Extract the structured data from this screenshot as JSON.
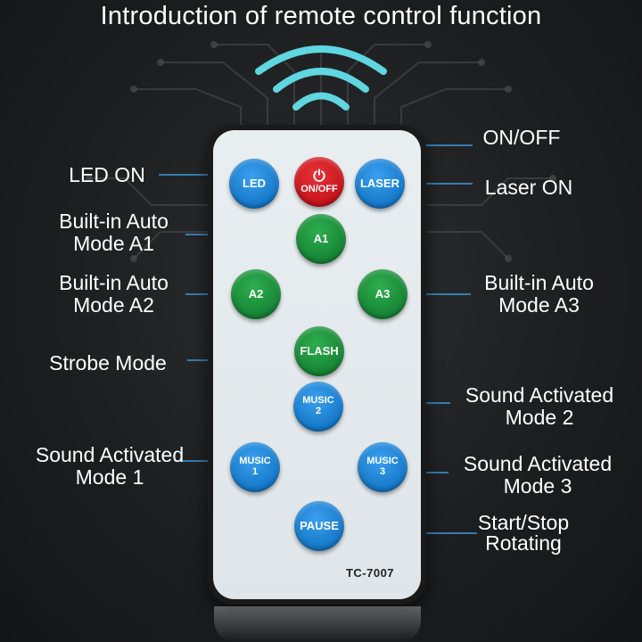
{
  "title": "Introduction of remote control function",
  "model": "TC-7007",
  "colors": {
    "button_blue": "#1578c8",
    "button_green": "#168435",
    "button_red": "#c5141b",
    "callout_line": "#3b9be0",
    "remote_face": "#e6ebee"
  },
  "buttons": {
    "led": "LED",
    "power_icon": "power-icon",
    "power": "ON/OFF",
    "laser": "LASER",
    "a1": "A1",
    "a2": "A2",
    "a3": "A3",
    "flash": "FLASH",
    "music2_line1": "MUSIC",
    "music2_line2": "2",
    "music1_line1": "MUSIC",
    "music1_line2": "1",
    "music3_line1": "MUSIC",
    "music3_line2": "3",
    "pause": "PAUSE"
  },
  "callouts": {
    "led_on": "LED ON",
    "on_off": "ON/OFF",
    "laser_on": "Laser ON",
    "mode_a1_line1": "Built-in Auto",
    "mode_a1_line2": "Mode A1",
    "mode_a2_line1": "Built-in Auto",
    "mode_a2_line2": "Mode A2",
    "mode_a3_line1": "Built-in Auto",
    "mode_a3_line2": "Mode A3",
    "strobe": "Strobe Mode",
    "sound2_line1": "Sound Activated",
    "sound2_line2": "Mode 2",
    "sound1_line1": "Sound Activated",
    "sound1_line2": "Mode 1",
    "sound3_line1": "Sound Activated",
    "sound3_line2": "Mode 3",
    "rotate_line1": "Start/Stop",
    "rotate_line2": "Rotating"
  }
}
